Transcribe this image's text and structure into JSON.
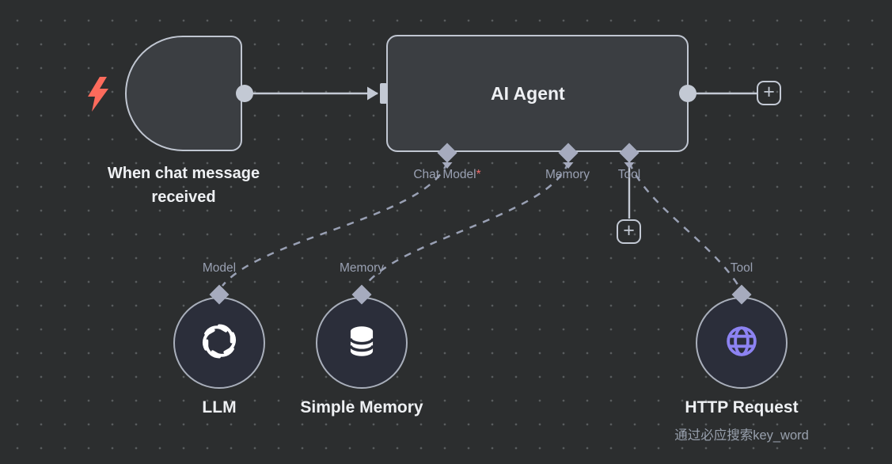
{
  "canvas": {
    "background": "#2c2e2f",
    "dot_color": "#595c5e"
  },
  "colors": {
    "node_fill": "#3b3e42",
    "node_border": "#c0c6d1",
    "subnode_fill": "#2b2e3a",
    "subnode_border": "#a9afbb",
    "connector_light": "#c3c9d4",
    "diamond": "#a6abbe",
    "dashed_line": "#99a0b4",
    "label_gray": "#99a0b2",
    "title_white": "#eef0f3",
    "required_red": "#f16c6c",
    "lightning_red": "#fd6b5c",
    "globe_purple": "#8d83f2"
  },
  "nodes": {
    "trigger": {
      "title": "When chat message received",
      "icon": "chat-bubbles-icon"
    },
    "agent": {
      "title": "AI Agent",
      "icon": "robot-icon",
      "ports": [
        {
          "label": "Chat Model",
          "required": "*"
        },
        {
          "label": "Memory"
        },
        {
          "label": "Tool"
        }
      ]
    },
    "llm": {
      "title": "LLM",
      "port_label": "Model",
      "icon": "openai-icon"
    },
    "memory": {
      "title": "Simple Memory",
      "port_label": "Memory",
      "icon": "database-icon"
    },
    "http": {
      "title": "HTTP Request",
      "subtitle": "通过必应搜索key_word",
      "port_label": "Tool",
      "icon": "globe-icon"
    }
  },
  "buttons": {
    "add_next": "+",
    "add_tool": "+"
  }
}
